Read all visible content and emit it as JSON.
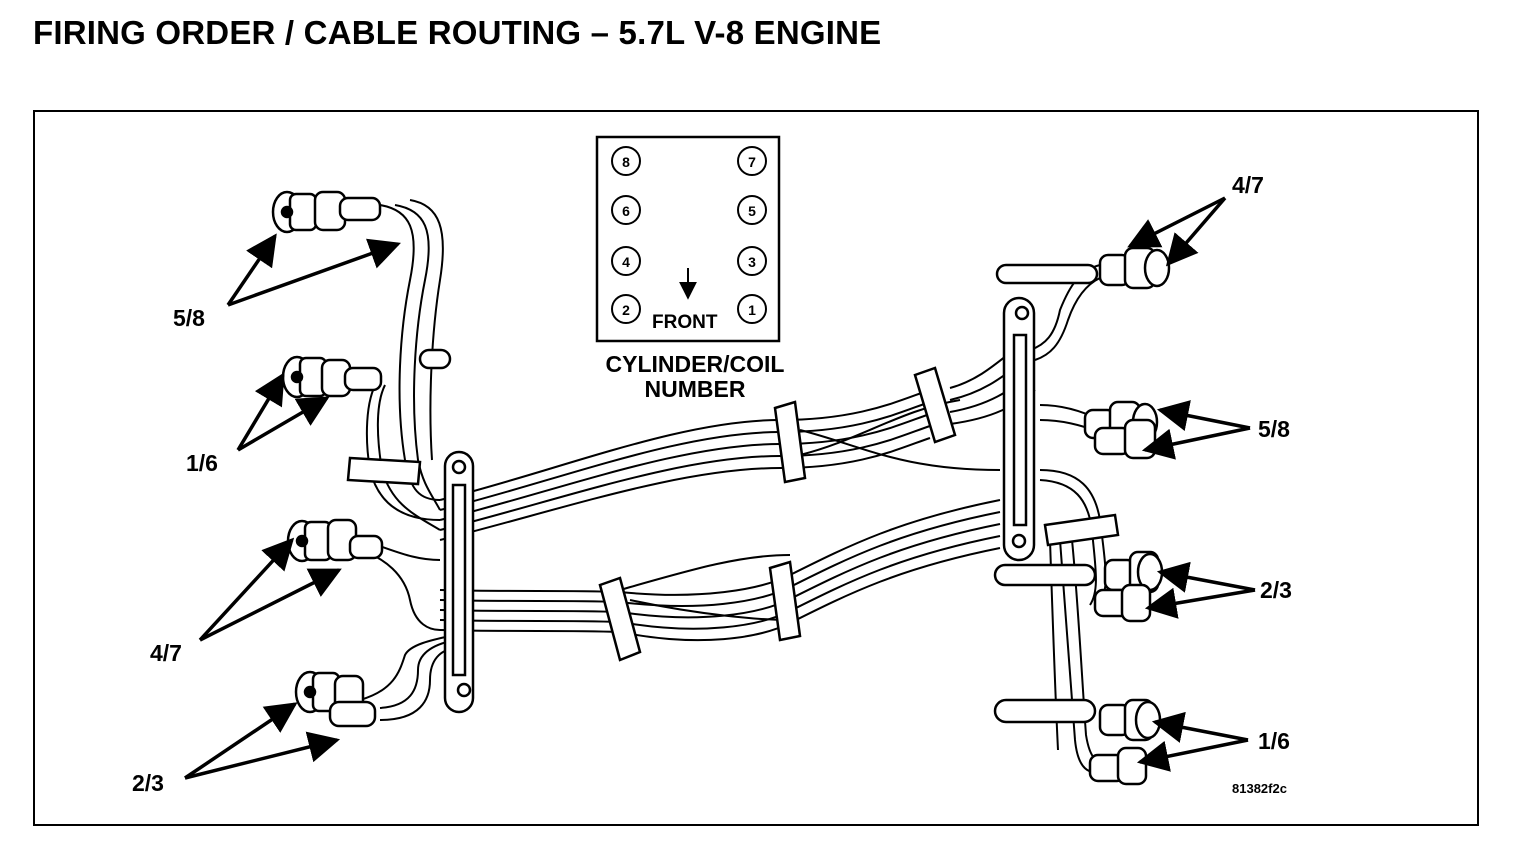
{
  "title": "FIRING ORDER / CABLE ROUTING – 5.7L V-8 ENGINE",
  "cylinder_box": {
    "numbers": {
      "c8": "8",
      "c7": "7",
      "c6": "6",
      "c5": "5",
      "c4": "4",
      "c3": "3",
      "c2": "2",
      "c1": "1"
    },
    "front_label": "FRONT",
    "caption_line1": "CYLINDER/COIL",
    "caption_line2": "NUMBER"
  },
  "left_labels": {
    "top": "5/8",
    "second": "1/6",
    "third": "4/7",
    "bottom": "2/3"
  },
  "right_labels": {
    "top": "4/7",
    "second": "5/8",
    "third": "2/3",
    "bottom": "1/6"
  },
  "reference_code": "81382f2c",
  "colors": {
    "line": "#000000",
    "background": "#ffffff"
  }
}
